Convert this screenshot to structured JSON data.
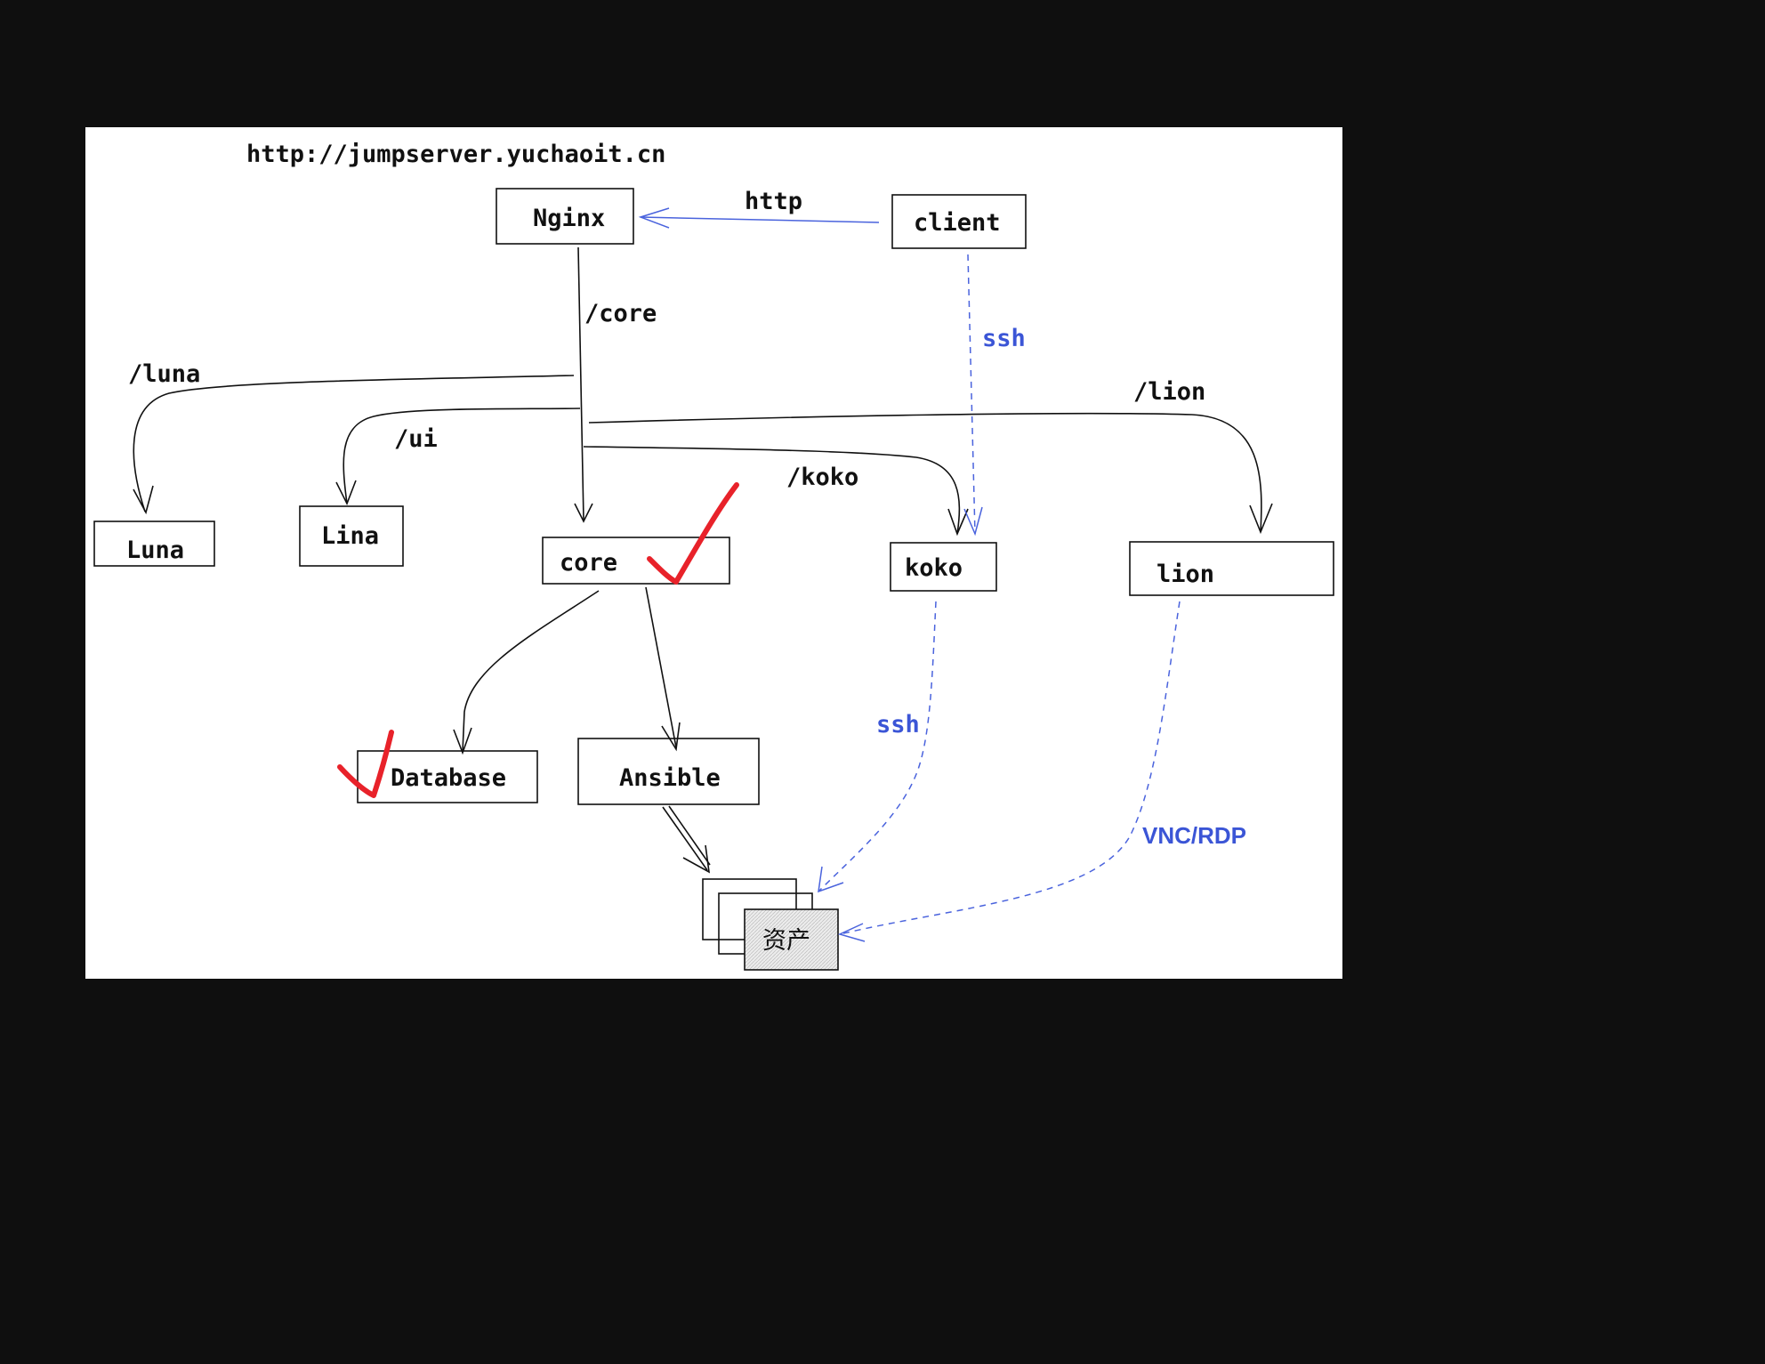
{
  "url_text": "http://jumpserver.yuchaoit.cn",
  "nodes": {
    "nginx": "Nginx",
    "client": "client",
    "luna": "Luna",
    "lina": "Lina",
    "core": "core",
    "koko": "koko",
    "lion": "lion",
    "database": "Database",
    "ansible": "Ansible",
    "asset": "资产"
  },
  "edges": {
    "http": "http",
    "core_path": "/core",
    "luna_path": "/luna",
    "ui_path": "/ui",
    "lion_path": "/lion",
    "koko_path": "/koko",
    "ssh_client": "ssh",
    "ssh_koko": "ssh",
    "vnc_rdp": "VNC/RDP"
  },
  "colors": {
    "background": "#0f0f0f",
    "canvas": "#ffffff",
    "ink": "#111111",
    "protocol_blue": "#3b55d6",
    "check_red": "#e8222a"
  }
}
